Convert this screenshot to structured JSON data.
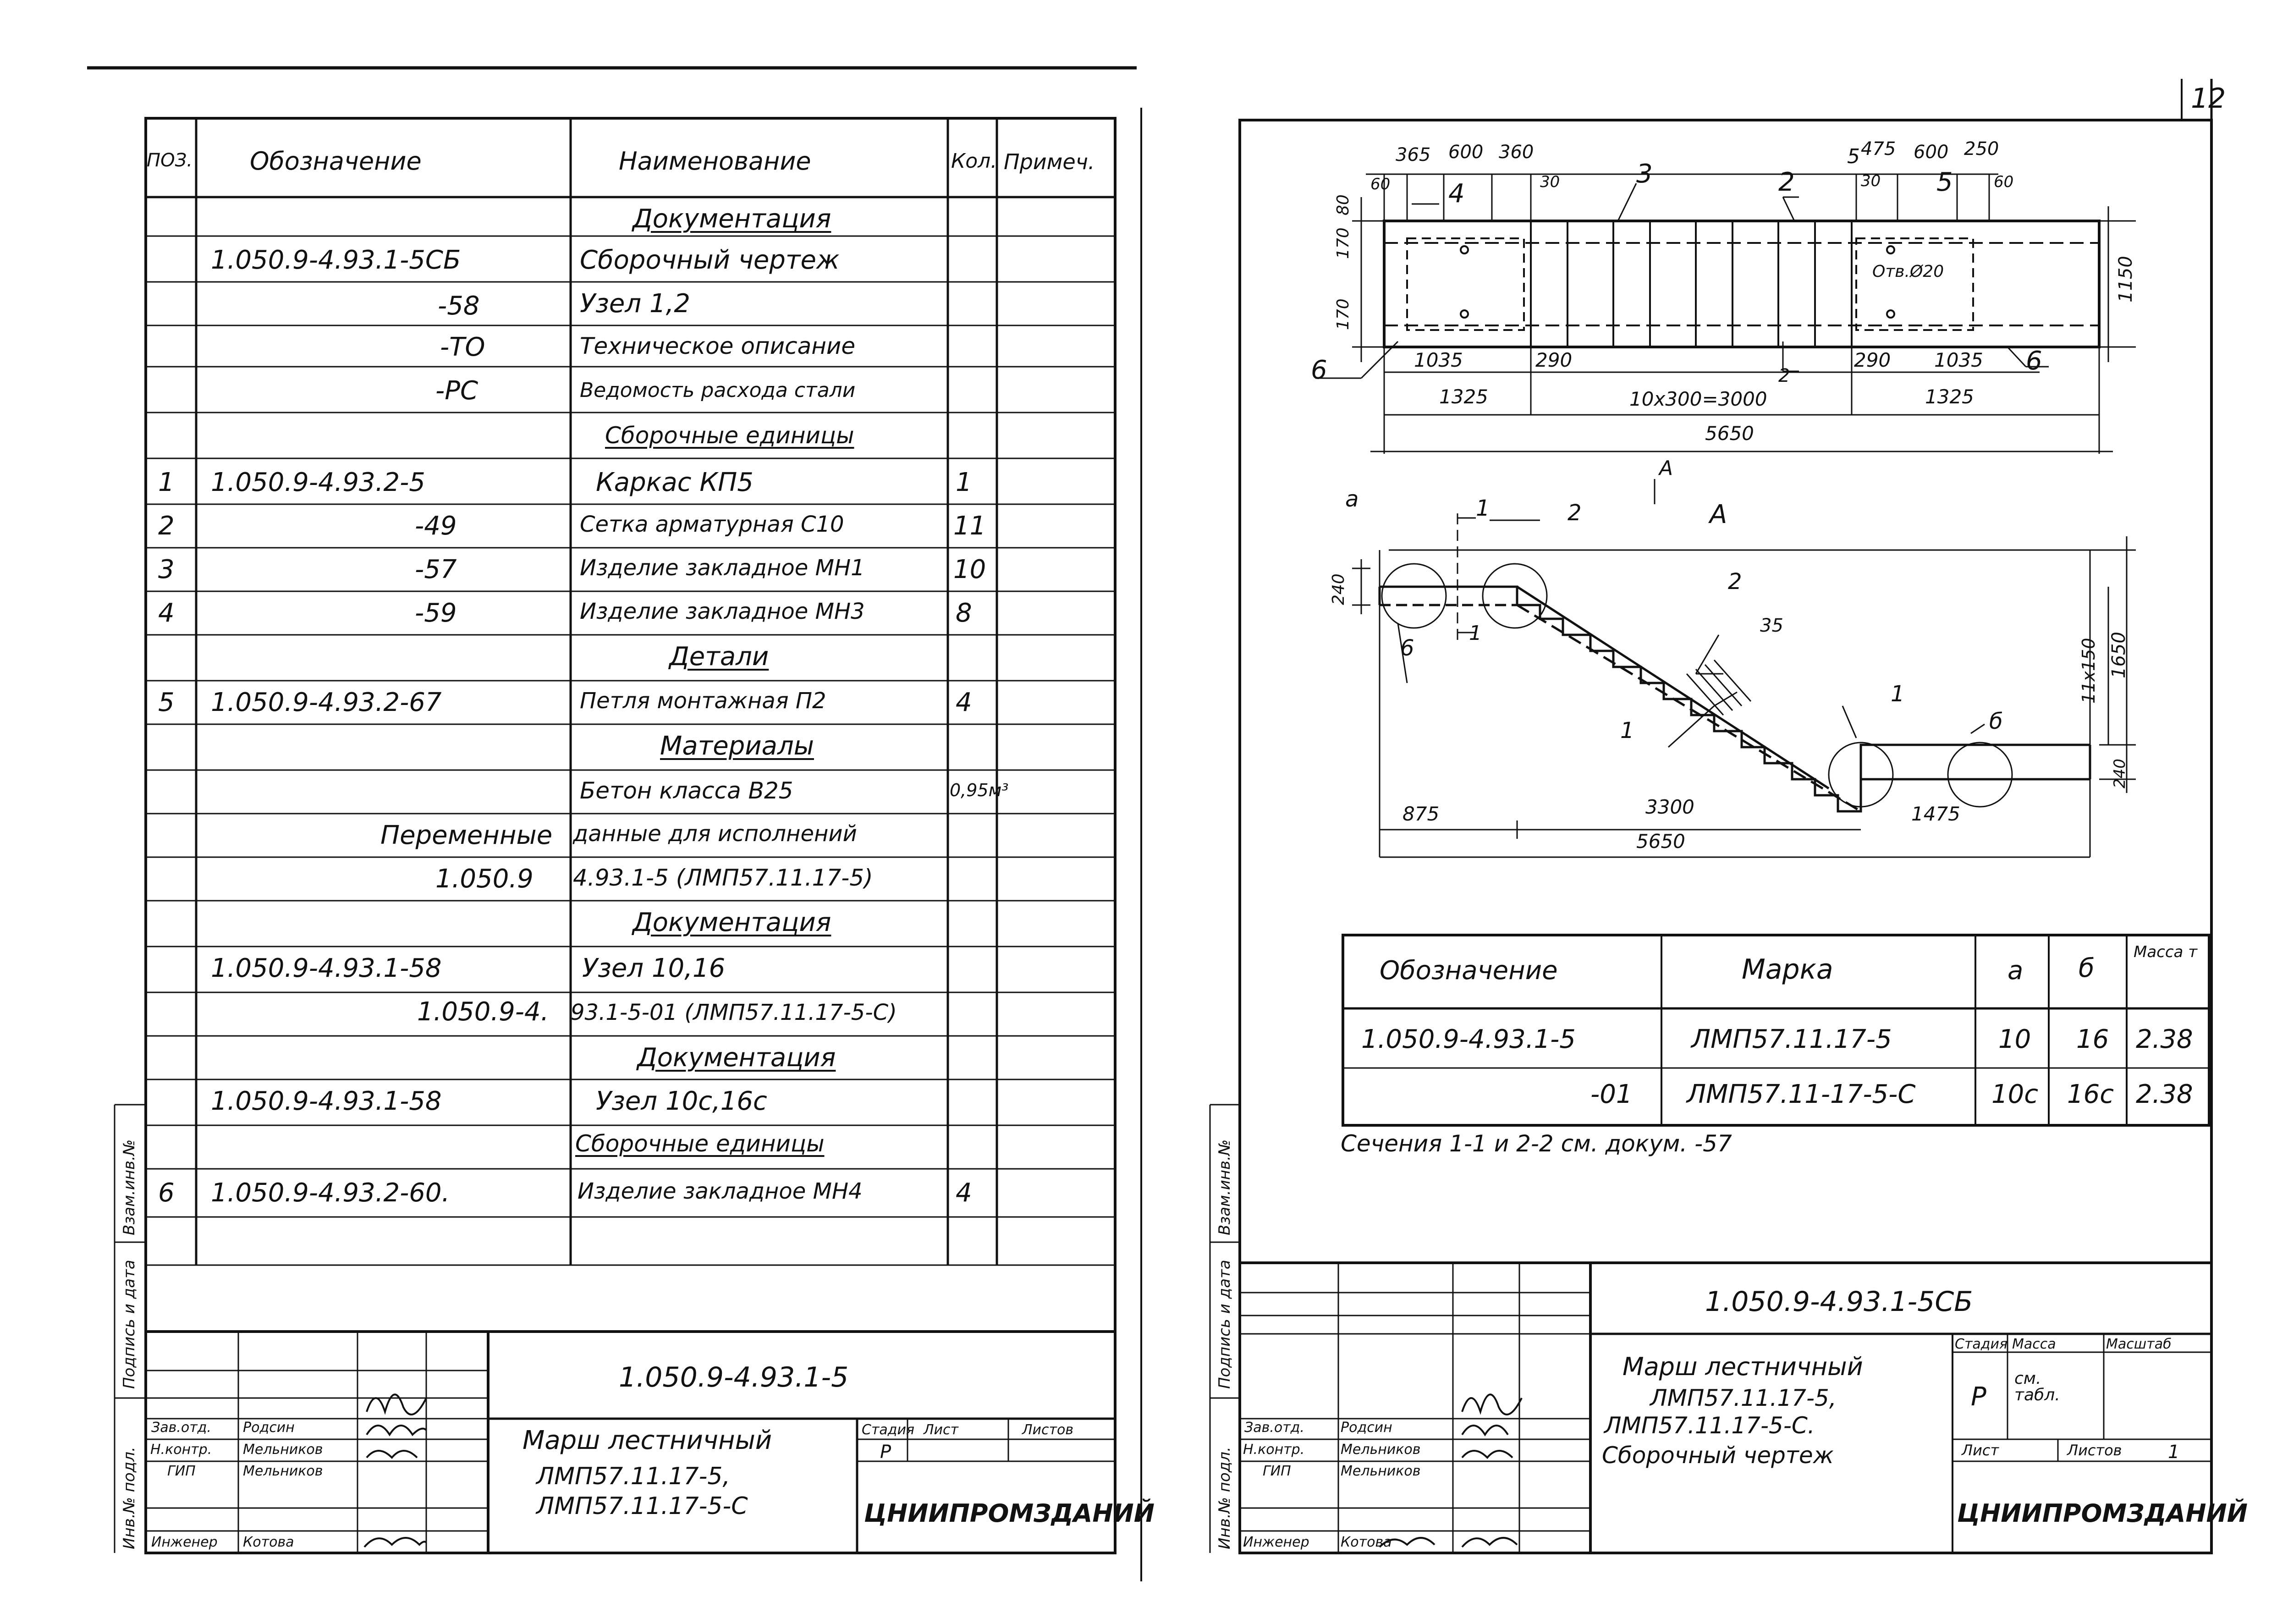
{
  "page_number": "12",
  "spec": {
    "headers": {
      "pos": "ПОЗ.",
      "designation": "Обозначение",
      "name": "Наименование",
      "qty": "Кол.",
      "note": "Примеч."
    },
    "rows": [
      {
        "name": "Документация",
        "section": true
      },
      {
        "designation": "1.050.9-4.93.1-5СБ",
        "name": "Сборочный чертеж"
      },
      {
        "designation": "-58",
        "name": "Узел 1,2"
      },
      {
        "designation": "-ТО",
        "name": "Техническое описание"
      },
      {
        "designation": "-РС",
        "name": "Ведомость расхода стали"
      },
      {
        "name": "Сборочные единицы",
        "section": true
      },
      {
        "pos": "1",
        "designation": "1.050.9-4.93.2-5",
        "name": "Каркас КП5",
        "qty": "1"
      },
      {
        "pos": "2",
        "designation": "-49",
        "name": "Сетка арматурная С10",
        "qty": "11"
      },
      {
        "pos": "3",
        "designation": "-57",
        "name": "Изделие закладное МН1",
        "qty": "10"
      },
      {
        "pos": "4",
        "designation": "-59",
        "name": "Изделие закладное МН3",
        "qty": "8"
      },
      {
        "name": "Детали",
        "section": true
      },
      {
        "pos": "5",
        "designation": "1.050.9-4.93.2-67",
        "name": "Петля монтажная П2",
        "qty": "4"
      },
      {
        "name": "Материалы",
        "section": true
      },
      {
        "name": "Бетон класса В25",
        "qty": "0,95м³"
      },
      {
        "designation": "Переменные",
        "name": "данные для исполнений"
      },
      {
        "designation": "1.050.9",
        "name": "4.93.1-5 (ЛМП57.11.17-5)"
      },
      {
        "name": "Документация",
        "section": true
      },
      {
        "designation": "1.050.9-4.93.1-58",
        "name": "Узел 10,16"
      },
      {
        "designation": "1.050.9-4.",
        "name": "93.1-5-01 (ЛМП57.11.17-5-С)"
      },
      {
        "name": "Документация",
        "section": true
      },
      {
        "designation": "1.050.9-4.93.1-58",
        "name": "Узел 10с,16с"
      },
      {
        "name": "Сборочные единицы",
        "section": true
      },
      {
        "pos": "6",
        "designation": "1.050.9-4.93.2-60.",
        "name": "Изделие закладное МН4",
        "qty": "4"
      }
    ]
  },
  "left_stamp": {
    "code": "1.050.9-4.93.1-5",
    "title_lines": [
      "Марш лестничный",
      "ЛМП57.11.17-5,",
      "ЛМП57.11.17-5-С"
    ],
    "stage_label": "Стадия",
    "sheet_label": "Лист",
    "sheets_label": "Листов",
    "stage": "Р",
    "org": "ЦНИИПРОМЗДАНИЙ",
    "roles": [
      {
        "role": "Зав.отд.",
        "name": "Родсин"
      },
      {
        "role": "Н.контр.",
        "name": "Мельников"
      },
      {
        "role": "ГИП",
        "name": "Мельников"
      },
      {
        "role": "Инженер",
        "name": "Котова"
      }
    ]
  },
  "side_labels": [
    "Инв.№ подл.",
    "Подпись и дата",
    "Взам.инв.№"
  ],
  "plan": {
    "dims_top": [
      "365",
      "600",
      "360",
      "475",
      "600",
      "250"
    ],
    "dims_small": [
      "60",
      "30",
      "30",
      "60"
    ],
    "dims_left": [
      "80",
      "170",
      "170"
    ],
    "dims_bottom": [
      "1035",
      "290",
      "290",
      "1035"
    ],
    "dim_1325": "1325",
    "dim_mid": "10х300=3000",
    "dim_total": "5650",
    "dim_height": "1150",
    "hole": "Отв.Ø20",
    "callouts": [
      "4",
      "3",
      "2",
      "5",
      "5",
      "6",
      "6",
      "2"
    ],
    "view_arrow": "А"
  },
  "elevation": {
    "title": "А",
    "labels": [
      "а",
      "1",
      "2",
      "2",
      "1",
      "б",
      "6",
      "1",
      "1"
    ],
    "dims": {
      "d240a": "240",
      "d240b": "240",
      "d11": "11х150",
      "d1650": "1650",
      "d875": "875",
      "d3300": "3300",
      "d1475": "1475",
      "d5650": "5650",
      "d35": "35"
    }
  },
  "mark_table": {
    "headers": {
      "designation": "Обозначение",
      "mark": "Марка",
      "a": "а",
      "b": "б",
      "mass": "Масса т"
    },
    "rows": [
      {
        "designation": "1.050.9-4.93.1-5",
        "mark": "ЛМП57.11.17-5",
        "a": "10",
        "b": "16",
        "mass": "2.38"
      },
      {
        "designation": "-01",
        "mark": "ЛМП57.11-17-5-С",
        "a": "10с",
        "b": "16с",
        "mass": "2.38"
      }
    ]
  },
  "sections_note": "Сечения 1-1 и 2-2 см. докум. -57",
  "right_stamp": {
    "code": "1.050.9-4.93.1-5СБ",
    "title_lines": [
      "Марш лестничный",
      "ЛМП57.11.17-5,",
      "ЛМП57.11.17-5-С.",
      "Сборочный чертеж"
    ],
    "stage_label": "Стадия",
    "mass_label": "Масса",
    "scale_label": "Масштаб",
    "stage": "Р",
    "mass": "см. табл.",
    "sheet_label": "Лист",
    "sheets_label": "Листов",
    "sheets": "1",
    "org": "ЦНИИПРОМЗДАНИЙ",
    "roles": [
      {
        "role": "Зав.отд.",
        "name": "Родсин"
      },
      {
        "role": "Н.контр.",
        "name": "Мельников"
      },
      {
        "role": "ГИП",
        "name": "Мельников"
      },
      {
        "role": "Инженер",
        "name": "Котова"
      }
    ]
  }
}
